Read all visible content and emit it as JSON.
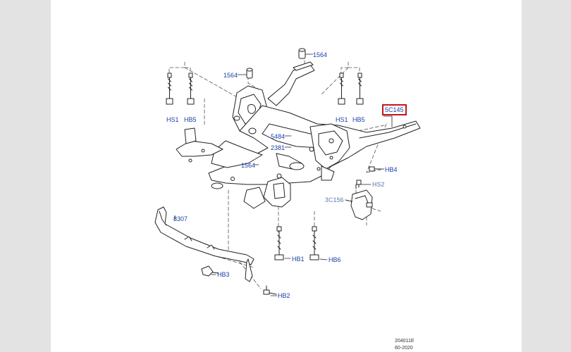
{
  "diagram": {
    "callouts": {
      "c1564_top": "1564",
      "c1564_left": "1564",
      "c1564_mid": "1564",
      "hs1_left": "HS1",
      "hb5_left": "HB5",
      "hs1_right": "HS1",
      "hb5_right": "HB5",
      "c5c145": "5C145",
      "c5484": "5484",
      "c2381": "2381",
      "hb4": "HB4",
      "hs2": "HS2",
      "c3c156": "3C156",
      "c8307": "8307",
      "hb1": "HB1",
      "hb6": "HB6",
      "hb3": "HB3",
      "hb2": "HB2"
    },
    "footer": {
      "code": "204011E",
      "date": "60-2020"
    },
    "colors": {
      "callout_text": "#1a3fa6",
      "highlight_border": "#c4161c",
      "line": "#222222",
      "page_bg": "#e3e3e3"
    }
  }
}
